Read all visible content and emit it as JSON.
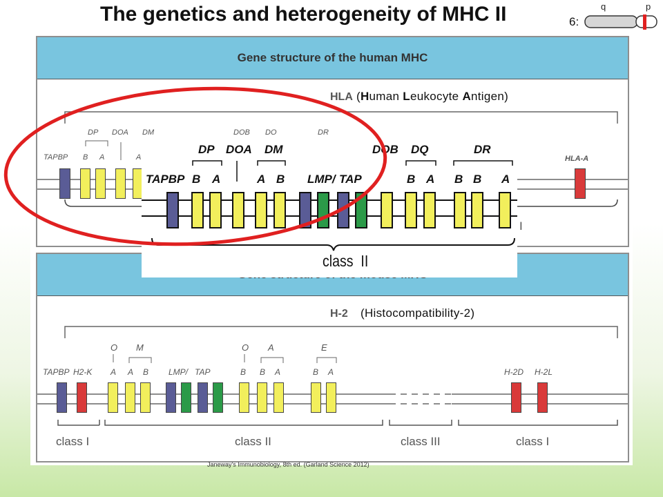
{
  "slide": {
    "title": "The genetics and heterogeneity of MHC II",
    "chromosome": {
      "label": "6:",
      "arm_q": "q",
      "arm_p": "p"
    }
  },
  "human_panel": {
    "header": "Gene structure of the human MHC",
    "locus_label": "HLA",
    "locus_expansion": {
      "open": "(",
      "h": "H",
      "h_rest": "uman ",
      "l": "L",
      "l_rest": "eukocyte ",
      "a": "A",
      "a_rest": "ntigen",
      "close": ")"
    },
    "group_labels": [
      "DP",
      "DOA",
      "DM",
      "DOB",
      "DQ",
      "DR"
    ],
    "gene_labels": [
      "TAPBP",
      "B",
      "A",
      "A",
      "HLA-A"
    ],
    "right_class_label": "I"
  },
  "zoom": {
    "group_labels": [
      "DP",
      "DOA",
      "DM",
      "DOB",
      "DQ",
      "DR"
    ],
    "gene_labels": [
      "TAPBP",
      "B",
      "A",
      "A",
      "B",
      "LMP/",
      "TAP",
      "B",
      "A",
      "B",
      "B",
      "A"
    ],
    "class_label": "class  II"
  },
  "mouse_panel": {
    "header": "Gene structure of the mouse MHC",
    "locus_label": "H-2",
    "locus_expansion": "(Histocompatibility-2)",
    "group_labels": [
      "O",
      "M",
      "O",
      "A",
      "E"
    ],
    "gene_labels": [
      "TAPBP",
      "H2-K",
      "A",
      "A",
      "B",
      "LMP/",
      "TAP",
      "B",
      "B",
      "A",
      "B",
      "A",
      "H-2D",
      "H-2L"
    ],
    "class_labels": [
      "class  I",
      "class  II",
      "class  III",
      "class  I"
    ]
  },
  "citation": "Janeway's Immunobiology, 8th ed. (Garland Science 2012)",
  "colors": {
    "purple": "#5a5c96",
    "yellow": "#f2ef5c",
    "red": "#d93a3a",
    "green": "#2b9a48",
    "header_blue": "#79c5df",
    "highlight_ellipse": "#e02020"
  }
}
